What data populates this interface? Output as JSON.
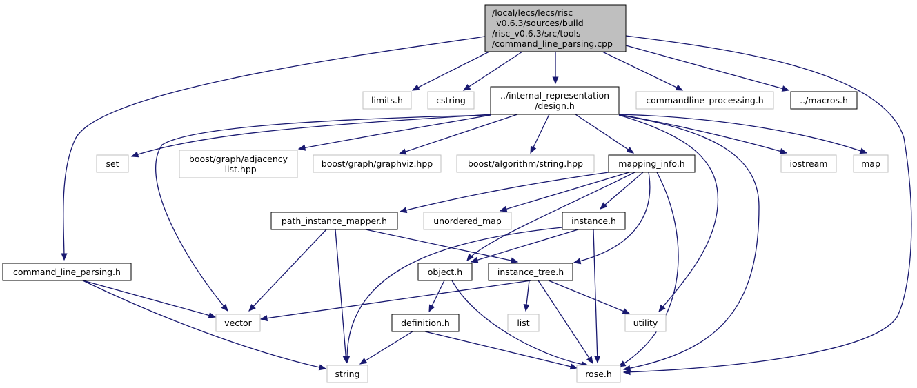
{
  "graph": {
    "title": "Include dependency graph for command_line_parsing.cpp",
    "edge_color": "#191970",
    "root_fill": "#bfbfbf",
    "system_border": "#bfbfbf",
    "project_border": "#000000",
    "nodes": [
      {
        "id": "root",
        "kind": "root",
        "lines": [
          "/local/lecs/lecs/risc",
          "_v0.6.3/sources/build",
          "/risc_v0.6.3/src/tools",
          "/command_line_parsing.cpp"
        ]
      },
      {
        "id": "limits",
        "kind": "sys",
        "lines": [
          "limits.h"
        ]
      },
      {
        "id": "cstring",
        "kind": "sys",
        "lines": [
          "cstring"
        ]
      },
      {
        "id": "design",
        "kind": "proj",
        "lines": [
          "../internal_representation",
          "/design.h"
        ]
      },
      {
        "id": "clproc",
        "kind": "sys",
        "lines": [
          "commandline_processing.h"
        ]
      },
      {
        "id": "macros",
        "kind": "proj",
        "lines": [
          "../macros.h"
        ]
      },
      {
        "id": "set",
        "kind": "sys",
        "lines": [
          "set"
        ]
      },
      {
        "id": "adjlist",
        "kind": "sys",
        "lines": [
          "boost/graph/adjacency",
          "_list.hpp"
        ]
      },
      {
        "id": "graphviz",
        "kind": "sys",
        "lines": [
          "boost/graph/graphviz.hpp"
        ]
      },
      {
        "id": "algostr",
        "kind": "sys",
        "lines": [
          "boost/algorithm/string.hpp"
        ]
      },
      {
        "id": "mapinfo",
        "kind": "proj",
        "lines": [
          "mapping_info.h"
        ]
      },
      {
        "id": "iostream",
        "kind": "sys",
        "lines": [
          "iostream"
        ]
      },
      {
        "id": "map",
        "kind": "sys",
        "lines": [
          "map"
        ]
      },
      {
        "id": "pim",
        "kind": "proj",
        "lines": [
          "path_instance_mapper.h"
        ]
      },
      {
        "id": "umap",
        "kind": "sys",
        "lines": [
          "unordered_map"
        ]
      },
      {
        "id": "instance",
        "kind": "proj",
        "lines": [
          "instance.h"
        ]
      },
      {
        "id": "clp",
        "kind": "proj",
        "lines": [
          "command_line_parsing.h"
        ]
      },
      {
        "id": "object",
        "kind": "proj",
        "lines": [
          "object.h"
        ]
      },
      {
        "id": "itree",
        "kind": "proj",
        "lines": [
          "instance_tree.h"
        ]
      },
      {
        "id": "vector",
        "kind": "sys",
        "lines": [
          "vector"
        ]
      },
      {
        "id": "definition",
        "kind": "proj",
        "lines": [
          "definition.h"
        ]
      },
      {
        "id": "list",
        "kind": "sys",
        "lines": [
          "list"
        ]
      },
      {
        "id": "utility",
        "kind": "sys",
        "lines": [
          "utility"
        ]
      },
      {
        "id": "string",
        "kind": "sys",
        "lines": [
          "string"
        ]
      },
      {
        "id": "rose",
        "kind": "sys",
        "lines": [
          "rose.h"
        ]
      }
    ],
    "edges": [
      {
        "from": "root",
        "to": "clp"
      },
      {
        "from": "root",
        "to": "limits"
      },
      {
        "from": "root",
        "to": "cstring"
      },
      {
        "from": "root",
        "to": "design"
      },
      {
        "from": "root",
        "to": "clproc"
      },
      {
        "from": "root",
        "to": "macros"
      },
      {
        "from": "root",
        "to": "rose"
      },
      {
        "from": "design",
        "to": "set"
      },
      {
        "from": "design",
        "to": "adjlist"
      },
      {
        "from": "design",
        "to": "graphviz"
      },
      {
        "from": "design",
        "to": "algostr"
      },
      {
        "from": "design",
        "to": "mapinfo"
      },
      {
        "from": "design",
        "to": "iostream"
      },
      {
        "from": "design",
        "to": "map"
      },
      {
        "from": "design",
        "to": "vector"
      },
      {
        "from": "design",
        "to": "utility"
      },
      {
        "from": "design",
        "to": "rose"
      },
      {
        "from": "mapinfo",
        "to": "pim"
      },
      {
        "from": "mapinfo",
        "to": "umap"
      },
      {
        "from": "mapinfo",
        "to": "instance"
      },
      {
        "from": "mapinfo",
        "to": "object"
      },
      {
        "from": "mapinfo",
        "to": "itree"
      },
      {
        "from": "mapinfo",
        "to": "rose"
      },
      {
        "from": "pim",
        "to": "itree"
      },
      {
        "from": "pim",
        "to": "vector"
      },
      {
        "from": "pim",
        "to": "string"
      },
      {
        "from": "instance",
        "to": "object"
      },
      {
        "from": "instance",
        "to": "string"
      },
      {
        "from": "instance",
        "to": "rose"
      },
      {
        "from": "clp",
        "to": "vector"
      },
      {
        "from": "clp",
        "to": "string"
      },
      {
        "from": "object",
        "to": "definition"
      },
      {
        "from": "object",
        "to": "rose"
      },
      {
        "from": "itree",
        "to": "vector"
      },
      {
        "from": "itree",
        "to": "list"
      },
      {
        "from": "itree",
        "to": "utility"
      },
      {
        "from": "itree",
        "to": "rose"
      },
      {
        "from": "definition",
        "to": "string"
      },
      {
        "from": "definition",
        "to": "rose"
      }
    ]
  }
}
